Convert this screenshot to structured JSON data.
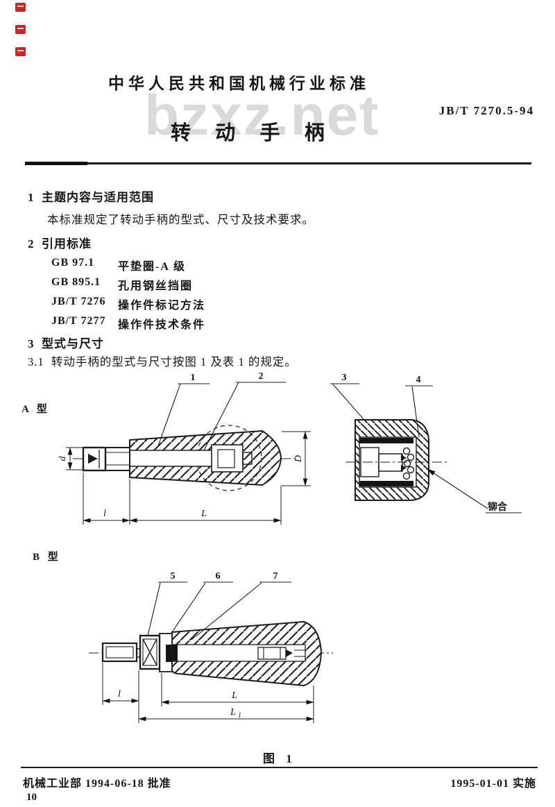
{
  "header": {
    "authority_line": "中华人民共和国机械行业标准",
    "standard_number": "JB/T 7270.5-94",
    "title": "转 动 手 柄",
    "watermark": "bzxz.net"
  },
  "scan_artifacts": {
    "color": "#d22323",
    "count": 3
  },
  "sections": {
    "s1_heading": "1  主题内容与适用范围",
    "s1_body": "本标准规定了转动手柄的型式、尺寸及技术要求。",
    "s2_heading": "2  引用标准",
    "references": [
      {
        "code": "GB 97.1",
        "title": "平垫圈-A 级"
      },
      {
        "code": "GB 895.1",
        "title": "孔用钢丝挡圈"
      },
      {
        "code": "JB/T 7276",
        "title": "操作件标记方法"
      },
      {
        "code": "JB/T 7277",
        "title": "操作件技术条件"
      }
    ],
    "s3_heading": "3  型式与尺寸",
    "clause_3_1": "3.1  转动手柄的型式与尺寸按图 1 及表 1 的规定。"
  },
  "figure": {
    "type_a_label": "A 型",
    "type_b_label": "B 型",
    "callouts": {
      "c1": "1",
      "c2": "2",
      "c3": "3",
      "c4": "4",
      "c5": "5",
      "c6": "6",
      "c7": "7"
    },
    "dims": {
      "d": "d",
      "D": "D",
      "l": "l",
      "L": "L",
      "sub1": "1"
    },
    "annotation_rivet": "铆合",
    "caption": "图 1"
  },
  "footer": {
    "approval": "机械工业部 1994-06-18 批准",
    "implementation": "1995-01-01 实施",
    "page_number": "10"
  }
}
